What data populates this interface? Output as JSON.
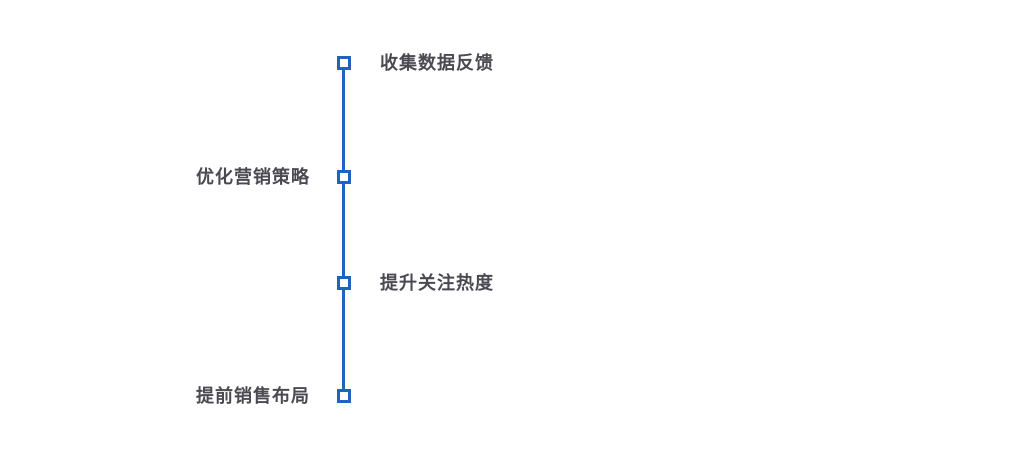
{
  "diagram": {
    "type": "vertical-timeline",
    "accent_color": "#1f63bc",
    "marker_fill": "#ffffff",
    "text_color": "#4a4a52",
    "nodes": [
      {
        "label": "收集数据反馈",
        "side": "right"
      },
      {
        "label": "优化营销策略",
        "side": "left"
      },
      {
        "label": "提升关注热度",
        "side": "right"
      },
      {
        "label": "提前销售布局",
        "side": "left"
      }
    ]
  }
}
